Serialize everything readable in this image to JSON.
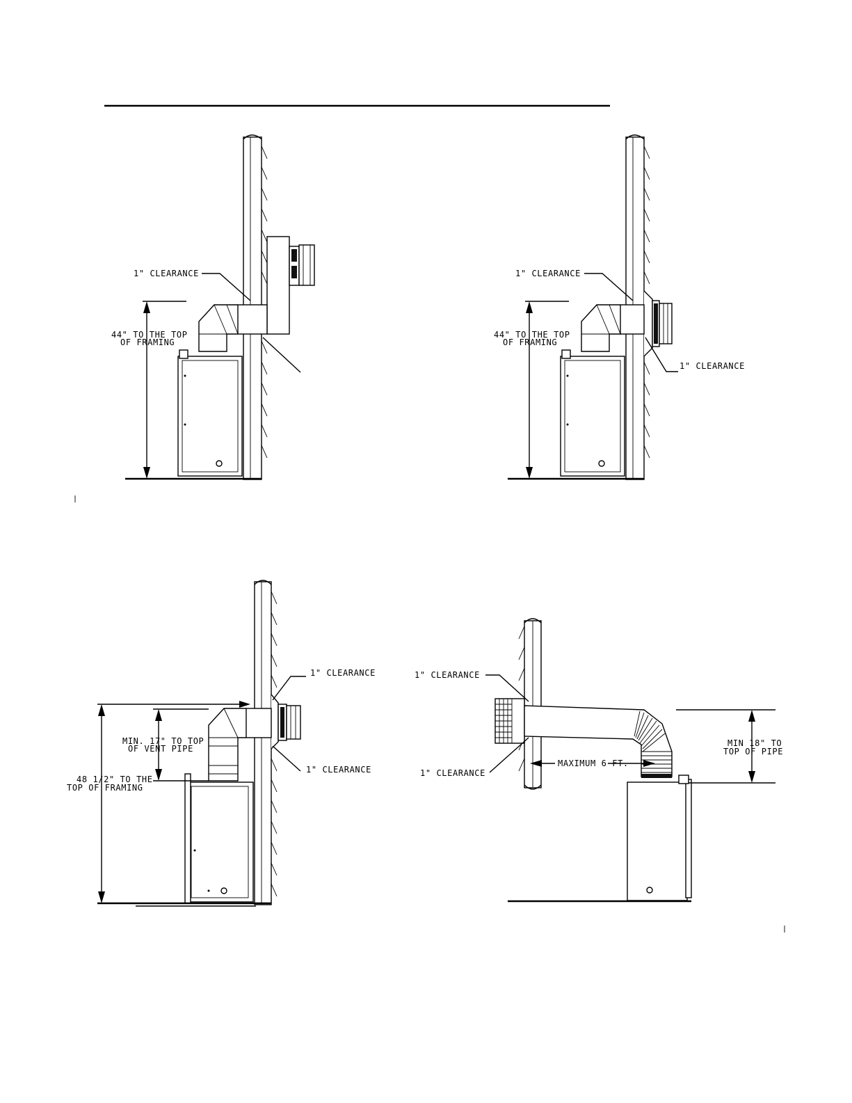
{
  "colors": {
    "ink": "#000000",
    "paper": "#ffffff"
  },
  "panels": {
    "top_left": {
      "clearance_top": "1\" CLEARANCE",
      "height_line1": "44\" TO THE TOP",
      "height_line2": "OF FRAMING"
    },
    "top_right": {
      "clearance_top": "1\" CLEARANCE",
      "height_line1": "44\" TO THE TOP",
      "height_line2": "OF FRAMING",
      "clearance_bottom": "1\" CLEARANCE"
    },
    "bottom_left": {
      "clearance_top": "1\" CLEARANCE",
      "vent_line1": "MIN. 17\" TO TOP",
      "vent_line2": "OF VENT PIPE",
      "height_line1": "48 1/2\" TO THE",
      "height_line2": "TOP OF FRAMING",
      "clearance_bottom": "1\" CLEARANCE"
    },
    "bottom_right": {
      "clearance_top": "1\" CLEARANCE",
      "clearance_bottom": "1\" CLEARANCE",
      "max_length": "MAXIMUM 6 FT.",
      "pipe_line1": "MIN 18\" TO",
      "pipe_line2": "TOP OF PIPE"
    }
  }
}
